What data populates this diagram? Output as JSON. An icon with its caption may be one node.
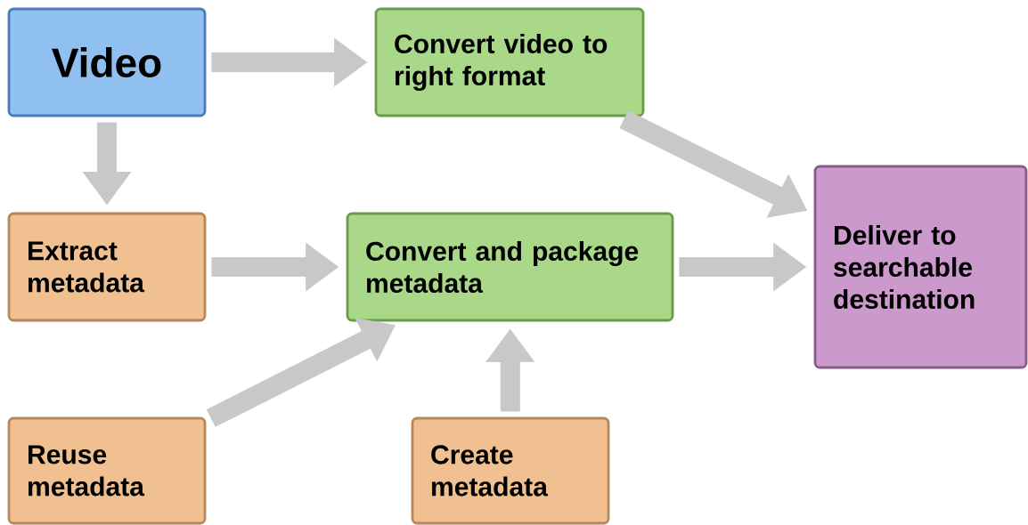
{
  "diagram": {
    "nodes": [
      {
        "text": [
          "Video"
        ]
      },
      {
        "text": [
          "Convert video to right format"
        ]
      },
      {
        "text": [
          "Extract metadata"
        ]
      },
      {
        "text": [
          "Convert and package metadata"
        ]
      },
      {
        "text": [
          "Deliver to searchable destination"
        ]
      },
      {
        "text": [
          "Reuse metadata"
        ]
      },
      {
        "text": [
          "Create metadata"
        ]
      }
    ],
    "edges": [
      {
        "from": 0,
        "to": 1,
        "arrow": "to"
      },
      {
        "from": 0,
        "to": 2,
        "arrow": "to"
      },
      {
        "from": 1,
        "to": 4,
        "arrow": "to"
      },
      {
        "from": 2,
        "to": 3,
        "arrow": "to"
      },
      {
        "from": 5,
        "to": 3,
        "arrow": "to"
      },
      {
        "from": 6,
        "to": 3,
        "arrow": "to"
      },
      {
        "from": 3,
        "to": 4,
        "arrow": "to"
      }
    ]
  }
}
